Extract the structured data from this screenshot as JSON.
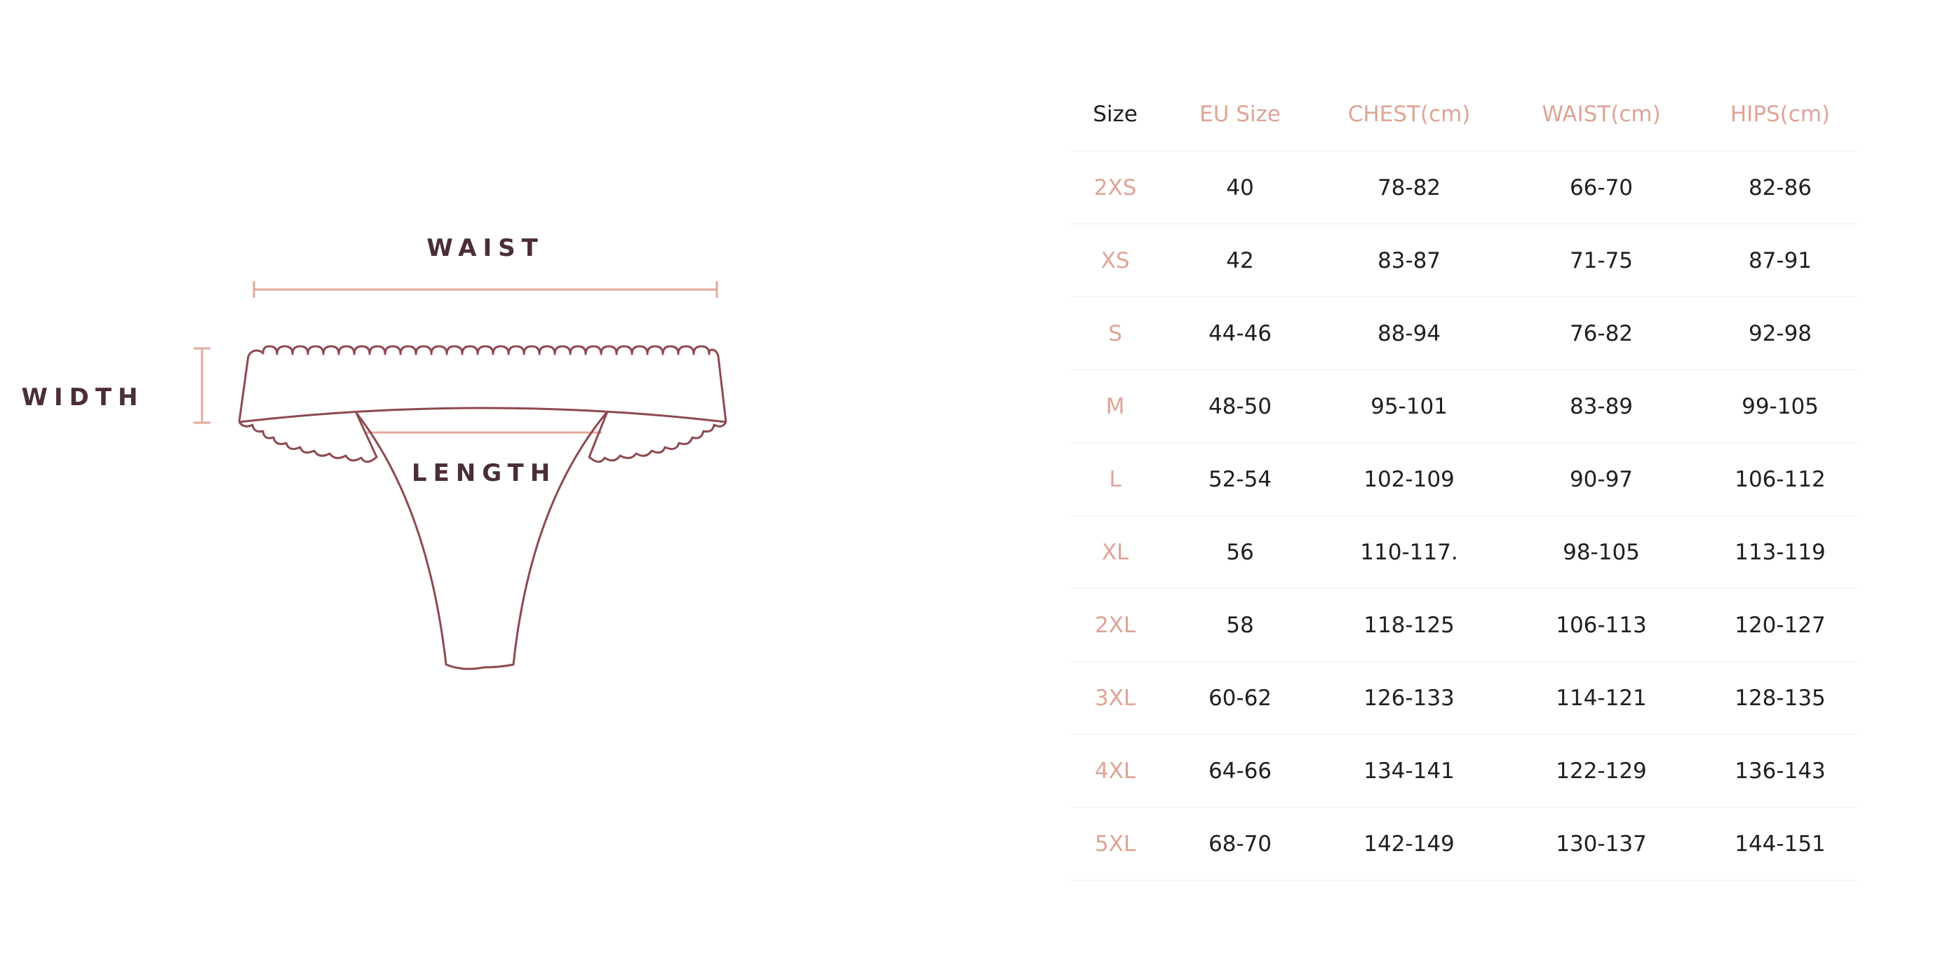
{
  "diagram": {
    "waist_label": "WAIST",
    "width_label": "WIDTH",
    "length_label": "LENGTH",
    "accent_color": "#e3aa9c",
    "outline_color": "#8c4a4f",
    "label_color": "#4a2e36"
  },
  "table": {
    "headers": [
      "Size",
      "EU Size",
      "CHEST(cm)",
      "WAIST(cm)",
      "HIPS(cm)"
    ],
    "rows": [
      [
        "2XS",
        "40",
        "78-82",
        "66-70",
        "82-86"
      ],
      [
        "XS",
        "42",
        "83-87",
        "71-75",
        "87-91"
      ],
      [
        "S",
        "44-46",
        "88-94",
        "76-82",
        "92-98"
      ],
      [
        "M",
        "48-50",
        "95-101",
        "83-89",
        "99-105"
      ],
      [
        "L",
        "52-54",
        "102-109",
        "90-97",
        "106-112"
      ],
      [
        "XL",
        "56",
        "110-117.",
        "98-105",
        "113-119"
      ],
      [
        "2XL",
        "58",
        "118-125",
        "106-113",
        "120-127"
      ],
      [
        "3XL",
        "60-62",
        "126-133",
        "114-121",
        "128-135"
      ],
      [
        "4XL",
        "64-66",
        "134-141",
        "122-129",
        "136-143"
      ],
      [
        "5XL",
        "68-70",
        "142-149",
        "130-137",
        "144-151"
      ]
    ],
    "header_color": "#dea496",
    "size_color": "#dea496",
    "text_color": "#1f1f1f"
  }
}
